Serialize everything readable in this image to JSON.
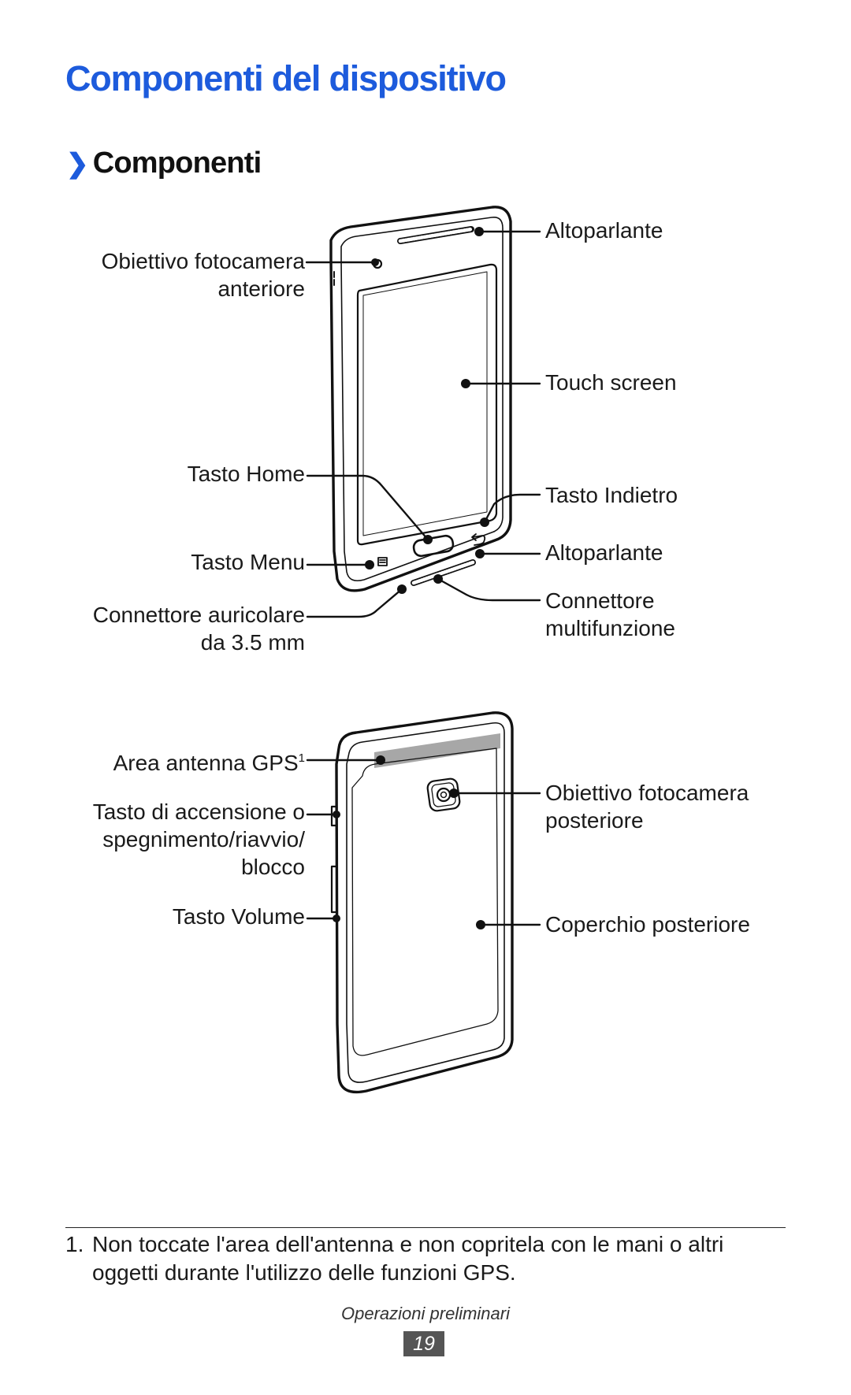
{
  "page_title": "Componenti del dispositivo",
  "section": {
    "chevron": "❯",
    "title": "Componenti"
  },
  "front_labels": {
    "front_camera_line1": "Obiettivo fotocamera",
    "front_camera_line2": "anteriore",
    "earpiece": "Altoparlante",
    "touch_screen": "Touch screen",
    "home_key": "Tasto Home",
    "back_key": "Tasto Indietro",
    "menu_key": "Tasto Menu",
    "speaker": "Altoparlante",
    "headset_jack_line1": "Connettore auricolare",
    "headset_jack_line2": "da 3.5 mm",
    "multifunction_line1": "Connettore",
    "multifunction_line2": "multifunzione"
  },
  "back_labels": {
    "gps_antenna": "Area antenna GPS",
    "gps_antenna_sup": "1",
    "power_key_line1": "Tasto di accensione o",
    "power_key_line2": "spegnimento/riavvio/",
    "power_key_line3": "blocco",
    "volume_key": "Tasto Volume",
    "rear_camera_line1": "Obiettivo fotocamera",
    "rear_camera_line2": "posteriore",
    "back_cover": "Coperchio posteriore"
  },
  "footnote": {
    "number": "1.",
    "text": "Non toccate l'area dell'antenna e non copritela con le mani o altri oggetti durante l'utilizzo delle funzioni GPS."
  },
  "footer": {
    "section_name": "Operazioni preliminari",
    "page_number": "19"
  },
  "icons": [
    "chevron-right-icon",
    "phone-front-illustration",
    "phone-back-illustration",
    "menu-key-icon",
    "back-arrow-icon"
  ]
}
